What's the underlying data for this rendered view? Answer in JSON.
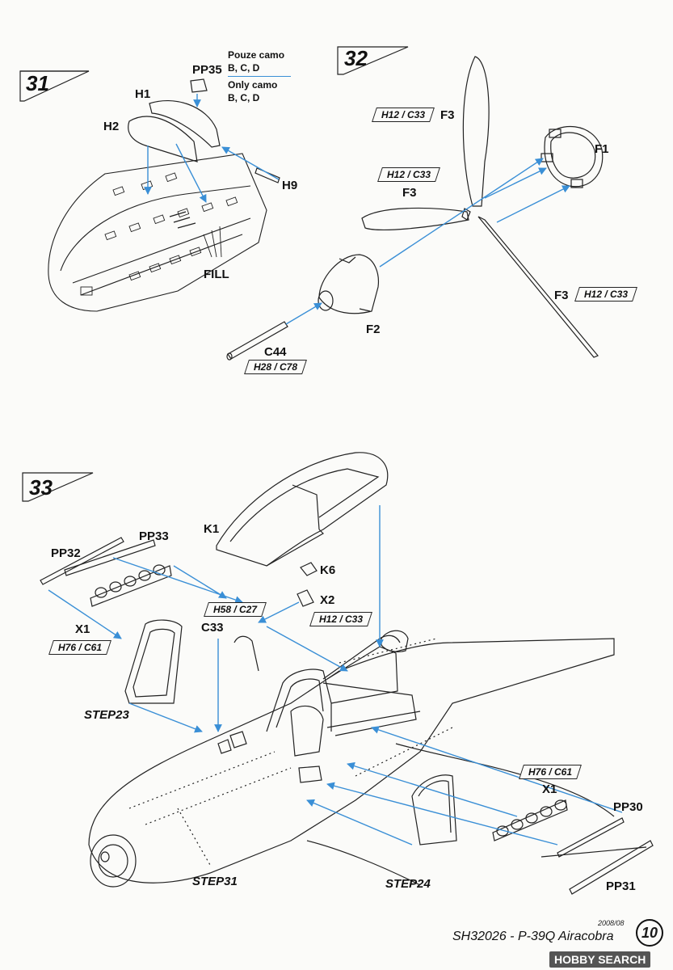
{
  "steps": [
    {
      "number": "31"
    },
    {
      "number": "32"
    },
    {
      "number": "33"
    }
  ],
  "step31": {
    "parts": {
      "pp35": "PP35",
      "h1": "H1",
      "h2": "H2",
      "h9": "H9",
      "fill": "FILL"
    },
    "note_cz": "Pouze camo",
    "note_cz_versions": "B, C, D",
    "note_en": "Only camo",
    "note_en_versions": "B, C, D"
  },
  "step32": {
    "parts": {
      "f1": "F1",
      "f2": "F2",
      "f3_top": "F3",
      "f3_left": "F3",
      "f3_right": "F3",
      "c44": "C44"
    },
    "paints": {
      "f3_top": "H12 / C33",
      "f3_left": "H12 / C33",
      "f3_right": "H12 / C33",
      "c44": "H28 / C78"
    }
  },
  "step33": {
    "parts": {
      "k1": "K1",
      "k6": "K6",
      "x2": "X2",
      "c33": "C33",
      "pp32": "PP32",
      "pp33": "PP33",
      "x1_left": "X1",
      "x1_right": "X1",
      "pp30": "PP30",
      "pp31": "PP31"
    },
    "paints": {
      "pp33": "H58 / C27",
      "x2": "H12 / C33",
      "x1_left": "H76 / C61",
      "x1_right": "H76 / C61"
    },
    "refs": {
      "step23": "STEP23",
      "step31": "STEP31",
      "step24": "STEP24"
    }
  },
  "footer": {
    "date": "2008/08",
    "title": "SH32026 - P-39Q Airacobra",
    "page": "10",
    "watermark": "HOBBY SEARCH"
  },
  "colors": {
    "arrow": "#3a8fd6",
    "line": "#1a1a1a",
    "paper": "#fbfbf9"
  }
}
